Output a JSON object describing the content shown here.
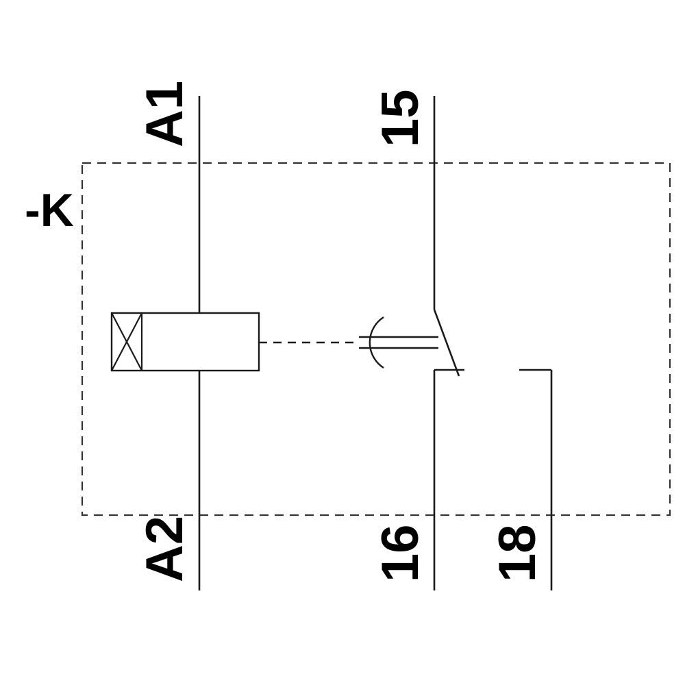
{
  "diagram": {
    "title": "Relay changeover contact circuit diagram",
    "device_designation": "-K",
    "line_color": "#1a1a1a",
    "dashed_boundary_color": "#333333",
    "background_color": "#ffffff",
    "terminals": {
      "coil_top": "A1",
      "coil_bottom": "A2",
      "contact_common": "15",
      "contact_nc": "16",
      "contact_no": "18"
    },
    "labels": [
      {
        "name": "device-label",
        "text": "-K",
        "rotated": false
      },
      {
        "name": "terminal-a1",
        "text": "A1",
        "rotated": true
      },
      {
        "name": "terminal-a2",
        "text": "A2",
        "rotated": true
      },
      {
        "name": "terminal-15",
        "text": "15",
        "rotated": true
      },
      {
        "name": "terminal-16",
        "text": "16",
        "rotated": true
      },
      {
        "name": "terminal-18",
        "text": "18",
        "rotated": true
      }
    ],
    "symbols": {
      "coil": "relay-coil-rectangle-with-cross",
      "contact": "changeover-contact-single-pole",
      "mechanical_link": "dashed-actuation-line",
      "enclosure": "dashed-device-boundary"
    }
  }
}
